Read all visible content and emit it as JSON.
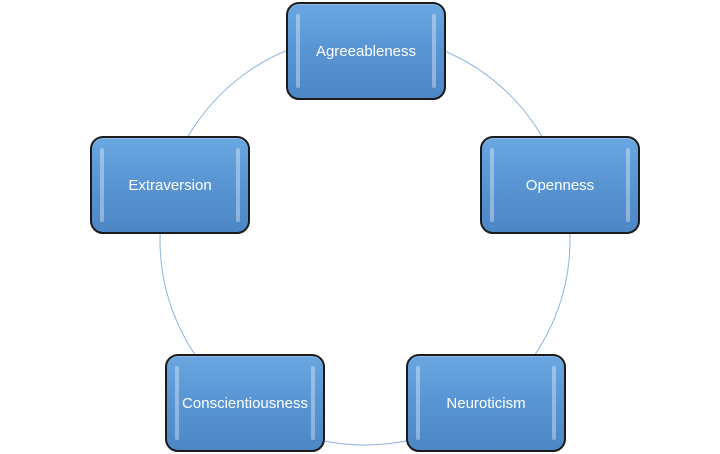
{
  "diagram": {
    "type": "cycle",
    "nodes": [
      {
        "id": "agreeableness",
        "label": "Agreeableness"
      },
      {
        "id": "openness",
        "label": "Openness"
      },
      {
        "id": "neuroticism",
        "label": "Neuroticism"
      },
      {
        "id": "conscientiousness",
        "label": "Conscientiousness"
      },
      {
        "id": "extraversion",
        "label": "Extraversion"
      }
    ],
    "connector_color": "#8fb4de",
    "node_fill_color": "#5b9bd5",
    "node_border_color": "#1b1b1b",
    "label_color": "#ffffff"
  }
}
